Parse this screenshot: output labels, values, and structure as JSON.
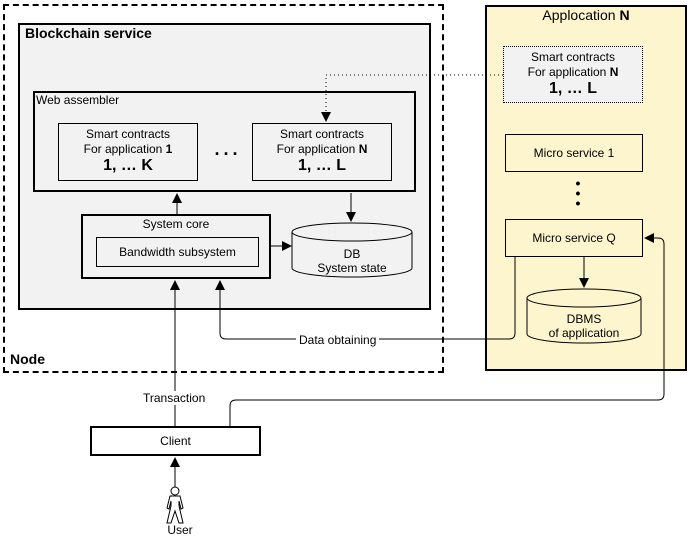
{
  "node": {
    "label": "Node"
  },
  "blockchain_service": {
    "title": "Blockchain service",
    "web_assembler": {
      "title": "Web assembler",
      "contracts": [
        {
          "line1": "Smart contracts",
          "line2_prefix": "For application ",
          "app_id": "1",
          "range": "1, … K"
        },
        {
          "line1": "Smart contracts",
          "line2_prefix": "For application ",
          "app_id": "N",
          "range": "1, … L"
        }
      ],
      "ellipsis": "···"
    },
    "system_core": {
      "title": "System core",
      "subsystem": "Bandwidth subsystem"
    },
    "db": {
      "line1": "DB",
      "line2": "System state"
    }
  },
  "application": {
    "title_prefix": "Applocation ",
    "title_id": "N",
    "contracts": {
      "line1": "Smart contracts",
      "line2_prefix": "For application ",
      "app_id": "N",
      "range": "1, … L"
    },
    "micro_services": [
      "Micro service 1",
      "Micro service Q"
    ],
    "vertical_ellipsis": "·\n·\n·",
    "dbms": {
      "line1": "DBMS",
      "line2": "of application"
    }
  },
  "connectors": {
    "data_obtaining": "Data obtaining",
    "transaction": "Transaction"
  },
  "client": {
    "label": "Client"
  },
  "user": {
    "label": "User",
    "icon": "user-actor-icon"
  }
}
